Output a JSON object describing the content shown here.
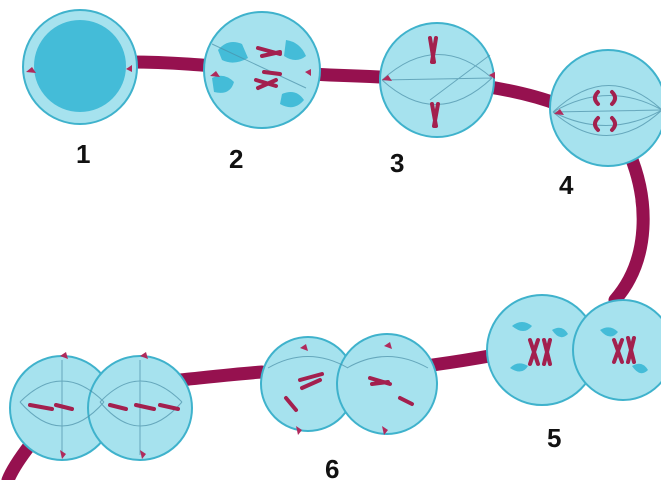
{
  "colors": {
    "path": "#96114f",
    "cell_fill": "#a6e2ee",
    "cell_stroke": "#3fb2cc",
    "nucleus": "#44bcd8",
    "chromosome": "#a3204e",
    "spindle": "#4a8fa6",
    "centrosome": "#b02a5c",
    "label": "#111111"
  },
  "stages": [
    {
      "label": "1"
    },
    {
      "label": "2"
    },
    {
      "label": "3"
    },
    {
      "label": "4"
    },
    {
      "label": "5"
    },
    {
      "label": "6"
    }
  ]
}
